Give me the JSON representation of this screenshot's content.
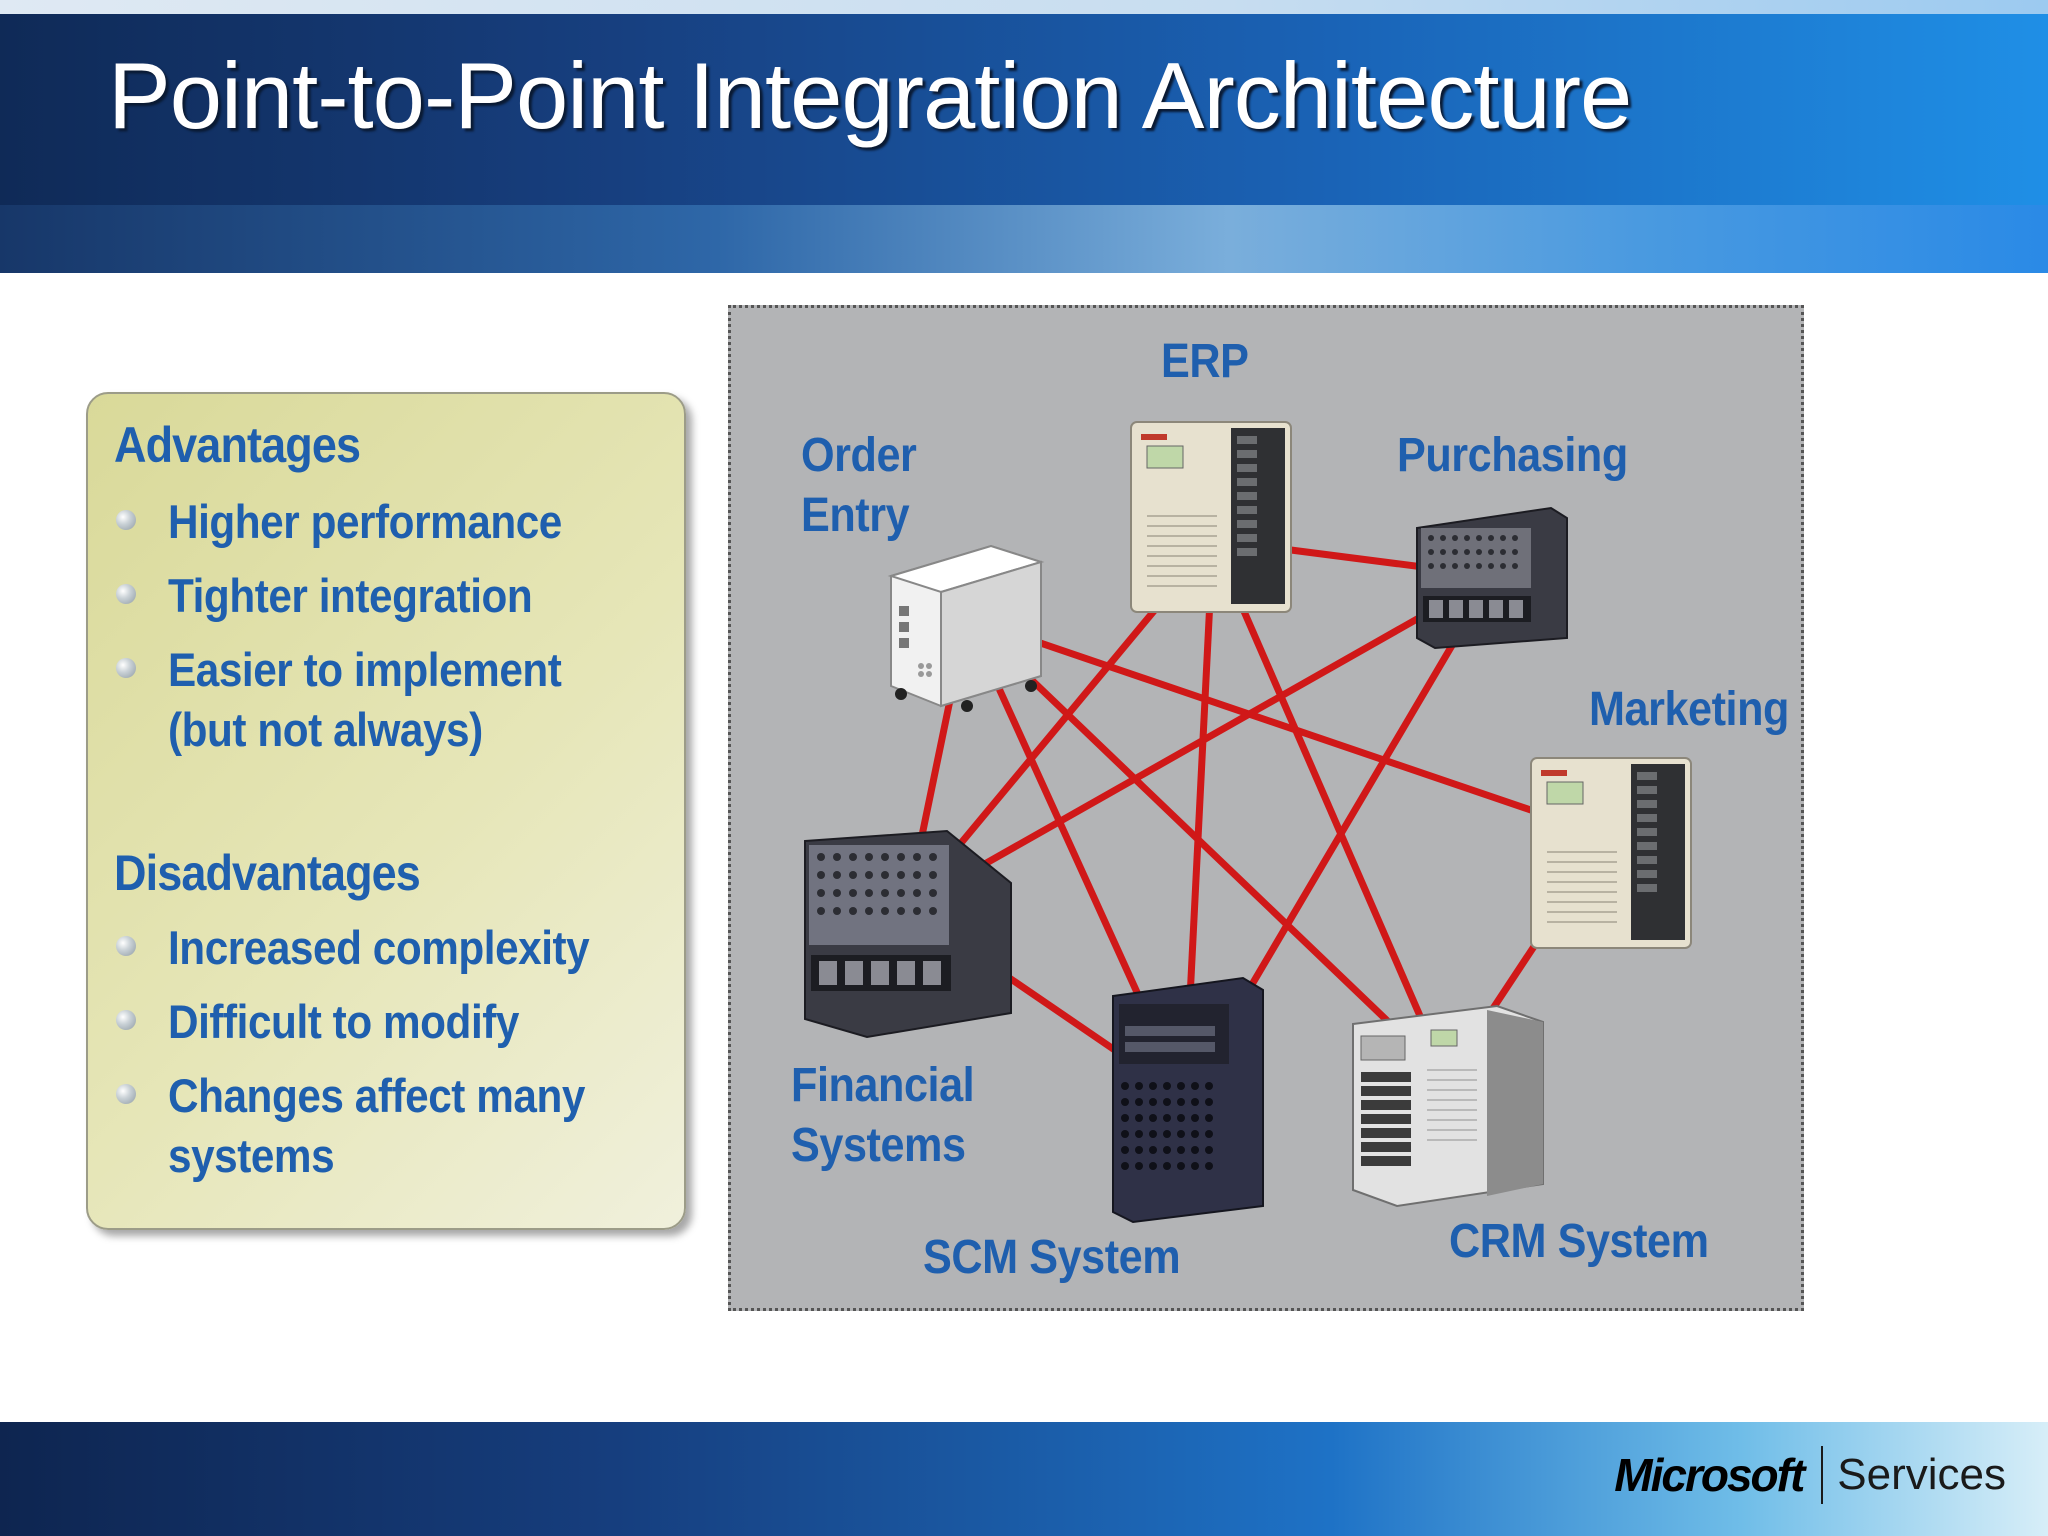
{
  "slide": {
    "title": "Point-to-Point Integration Architecture"
  },
  "advantages": {
    "heading": "Advantages",
    "items": [
      {
        "lines": [
          "Higher performance"
        ]
      },
      {
        "lines": [
          "Tighter integration"
        ]
      },
      {
        "lines": [
          "Easier to implement",
          "(but not always)"
        ]
      }
    ]
  },
  "disadvantages": {
    "heading": "Disadvantages",
    "items": [
      {
        "lines": [
          "Increased complexity"
        ]
      },
      {
        "lines": [
          "Difficult to modify"
        ]
      },
      {
        "lines": [
          "Changes affect many",
          "systems"
        ]
      }
    ]
  },
  "diagram": {
    "nodes": [
      {
        "id": "erp",
        "label_lines": [
          "ERP"
        ],
        "icon": "server-tower-beige-icon"
      },
      {
        "id": "order-entry",
        "label_lines": [
          "Order",
          "Entry"
        ],
        "icon": "server-cube-white-icon"
      },
      {
        "id": "purchasing",
        "label_lines": [
          "Purchasing"
        ],
        "icon": "server-dark-icon"
      },
      {
        "id": "marketing",
        "label_lines": [
          "Marketing"
        ],
        "icon": "server-tower-beige-icon"
      },
      {
        "id": "financial",
        "label_lines": [
          "Financial",
          "Systems"
        ],
        "icon": "server-dark-icon"
      },
      {
        "id": "scm",
        "label_lines": [
          "SCM System"
        ],
        "icon": "server-tower-dark-icon"
      },
      {
        "id": "crm",
        "label_lines": [
          "CRM System"
        ],
        "icon": "server-rack-icon"
      }
    ],
    "connections": [
      [
        "erp",
        "purchasing"
      ],
      [
        "erp",
        "financial"
      ],
      [
        "erp",
        "scm"
      ],
      [
        "erp",
        "crm"
      ],
      [
        "order-entry",
        "financial"
      ],
      [
        "order-entry",
        "scm"
      ],
      [
        "order-entry",
        "crm"
      ],
      [
        "order-entry",
        "marketing"
      ],
      [
        "purchasing",
        "financial"
      ],
      [
        "purchasing",
        "scm"
      ],
      [
        "marketing",
        "crm"
      ],
      [
        "financial",
        "scm"
      ]
    ],
    "connection_color": "#d01818"
  },
  "footer": {
    "brand": "Microsoft",
    "product": "Services"
  },
  "colors": {
    "text_blue": "#1f5fae",
    "panel": "#e3e3b0",
    "diagram_bg": "#b3b4b6"
  }
}
